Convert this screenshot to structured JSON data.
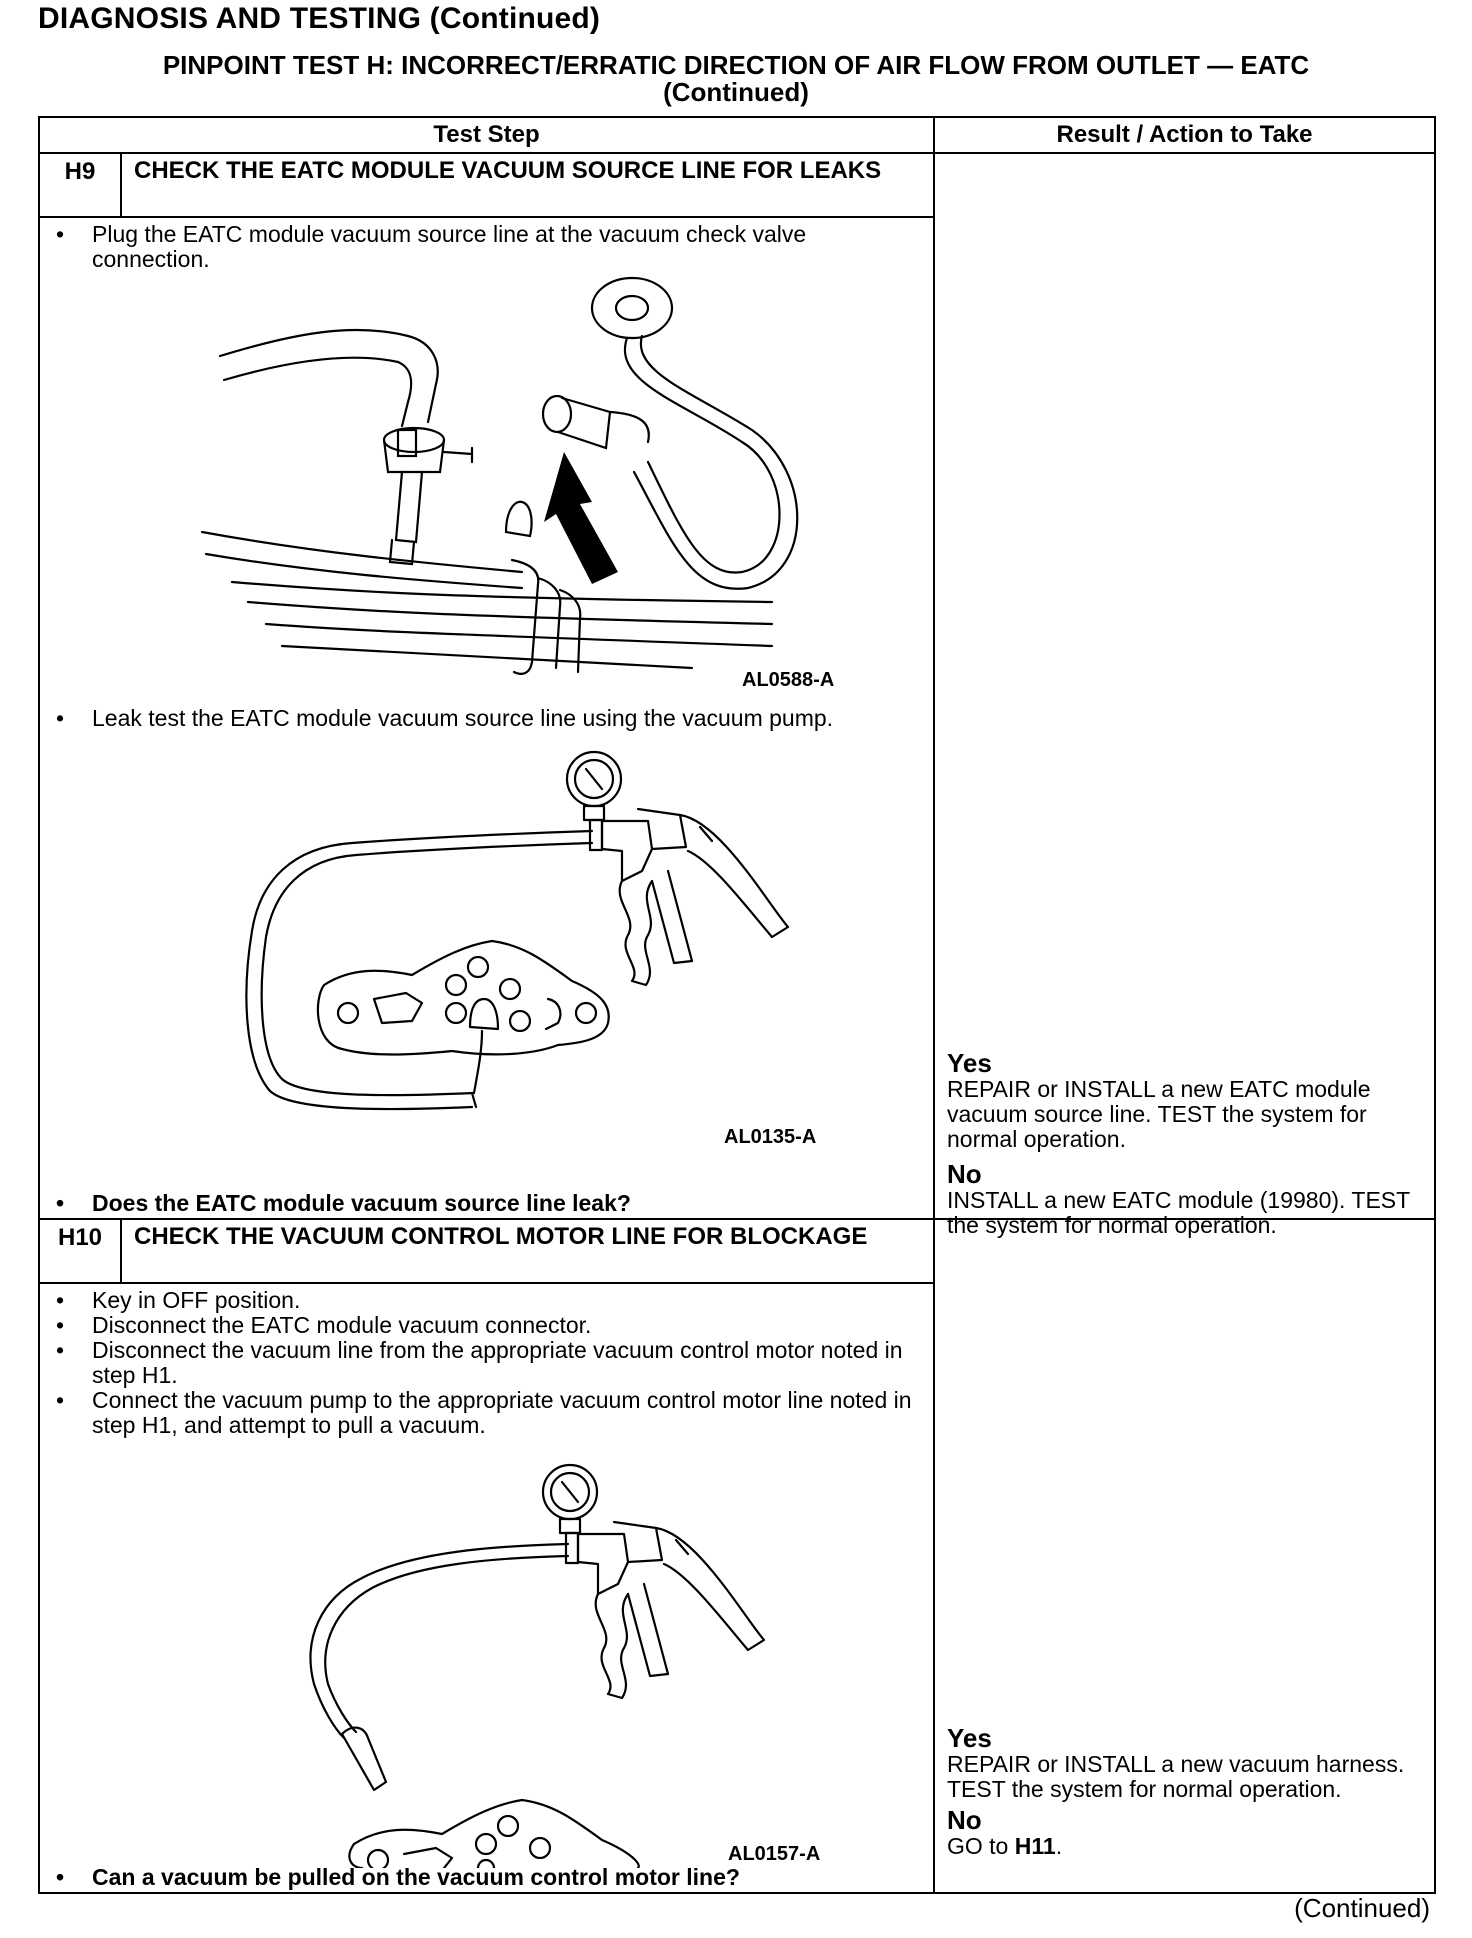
{
  "header": {
    "section_title": "DIAGNOSIS AND TESTING (Continued)",
    "test_title_line1": "PINPOINT TEST H: INCORRECT/ERRATIC DIRECTION OF AIR FLOW FROM OUTLET — EATC",
    "test_title_line2": "(Continued)"
  },
  "table": {
    "col_test_step": "Test Step",
    "col_result": "Result / Action to Take"
  },
  "steps": [
    {
      "id": "H9",
      "heading": "CHECK THE EATC MODULE VACUUM SOURCE LINE FOR LEAKS",
      "bullet1": "Plug the EATC module vacuum source line at the vacuum check valve connection.",
      "figure1_label": "AL0588-A",
      "bullet2": "Leak test the EATC module vacuum source line using the vacuum pump.",
      "figure2_label": "AL0135-A",
      "question": "Does the EATC module vacuum source line leak?",
      "yes_label": "Yes",
      "yes_text": "REPAIR or INSTALL a new EATC module vacuum source line. TEST the system for normal operation.",
      "no_label": "No",
      "no_text": "INSTALL a new EATC module (19980). TEST the system for normal operation."
    },
    {
      "id": "H10",
      "heading": "CHECK THE VACUUM CONTROL MOTOR LINE FOR BLOCKAGE",
      "bullets": [
        "Key in OFF position.",
        "Disconnect the EATC module vacuum connector.",
        "Disconnect the vacuum line from the appropriate vacuum control motor noted in step H1.",
        "Connect the vacuum pump to the appropriate vacuum control motor line noted in step H1, and attempt to pull a vacuum."
      ],
      "figure_label": "AL0157-A",
      "question": "Can a vacuum be pulled on the vacuum control motor line?",
      "yes_label": "Yes",
      "yes_text": "REPAIR or INSTALL a new vacuum harness. TEST the system for normal operation.",
      "no_label": "No",
      "no_text_prefix": "GO to ",
      "no_text_link": "H11",
      "no_text_suffix": "."
    }
  ],
  "footer": {
    "continued": "(Continued)"
  }
}
